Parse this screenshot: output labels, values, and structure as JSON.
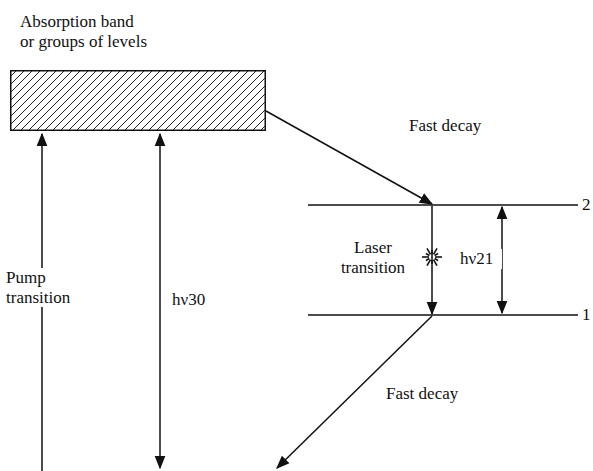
{
  "diagram": {
    "nodes": [
      {
        "text": [
          "Absorption band or groups of levels"
        ]
      },
      {
        "text": [
          "2"
        ]
      },
      {
        "text": [
          "1"
        ]
      }
    ],
    "edges": [
      {
        "from": 0,
        "to": 1,
        "arrow": "to",
        "label": "Fast decay"
      },
      {
        "from": 1,
        "to": 2,
        "arrow": "to",
        "label": "Laser transition"
      }
    ],
    "labels": [
      "Pump transition",
      "hν30",
      "hν21",
      "Fast decay"
    ]
  }
}
